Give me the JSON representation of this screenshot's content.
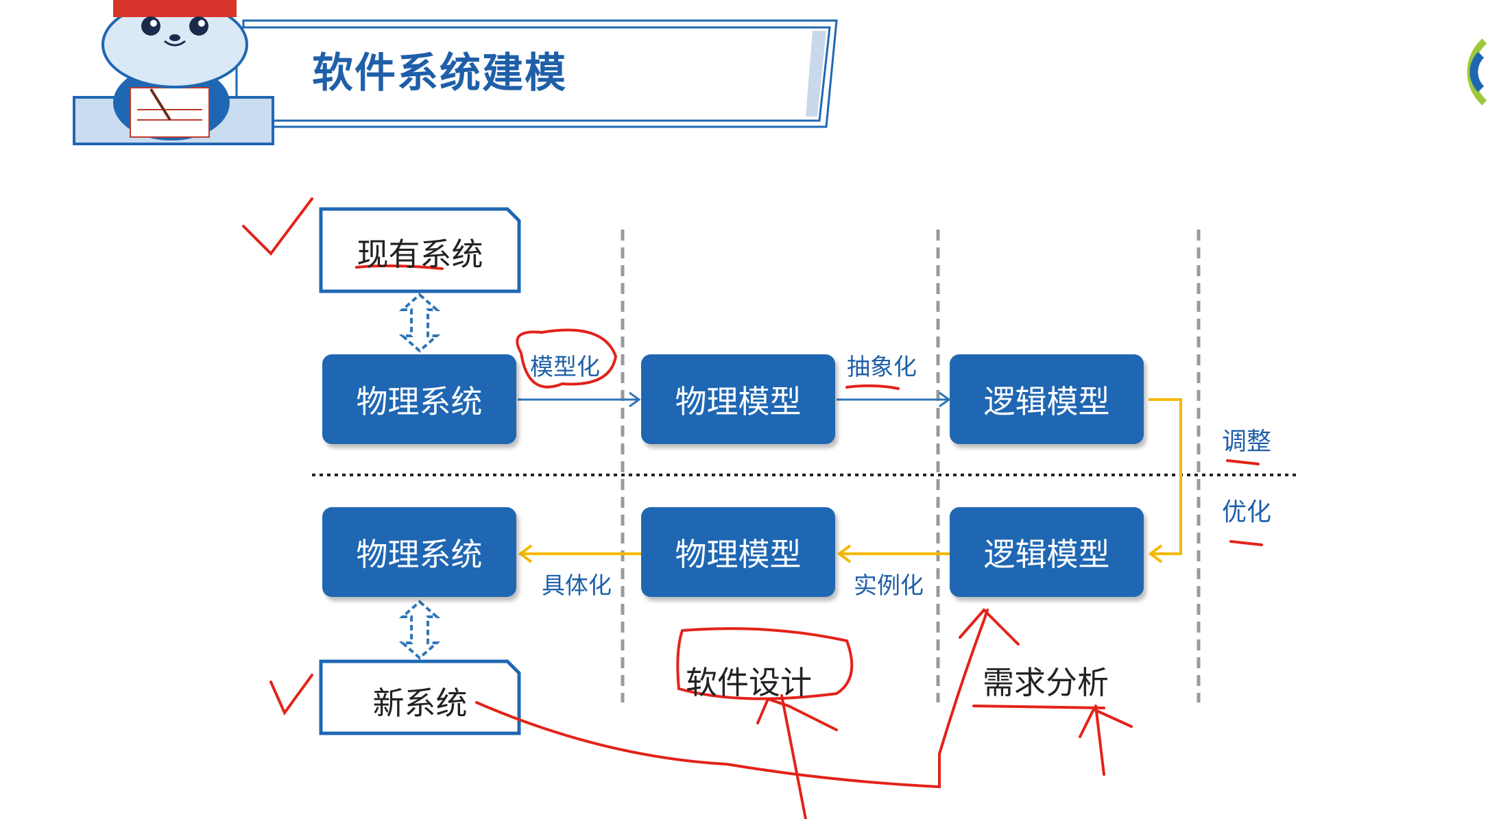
{
  "title": "软件系统建模",
  "colors": {
    "primary_blue": "#1f67b3",
    "title_blue": "#1f5fa8",
    "arrow_blue": "#2e75b6",
    "arrow_yellow": "#f5b800",
    "annotation_red": "#e32219",
    "dashed_gray": "#9a9a9a"
  },
  "diagram": {
    "existing_system": "现有系统",
    "new_system": "新系统",
    "top_row": [
      "物理系统",
      "物理模型",
      "逻辑模型"
    ],
    "bottom_row": [
      "物理系统",
      "物理模型",
      "逻辑模型"
    ],
    "edge_labels": {
      "modeling": "模型化",
      "abstraction": "抽象化",
      "concretization": "具体化",
      "instantiation": "实例化"
    },
    "side_labels": {
      "adjust": "调整",
      "optimize": "优化"
    },
    "phase_labels": {
      "software_design": "软件设计",
      "requirement_analysis": "需求分析"
    }
  }
}
